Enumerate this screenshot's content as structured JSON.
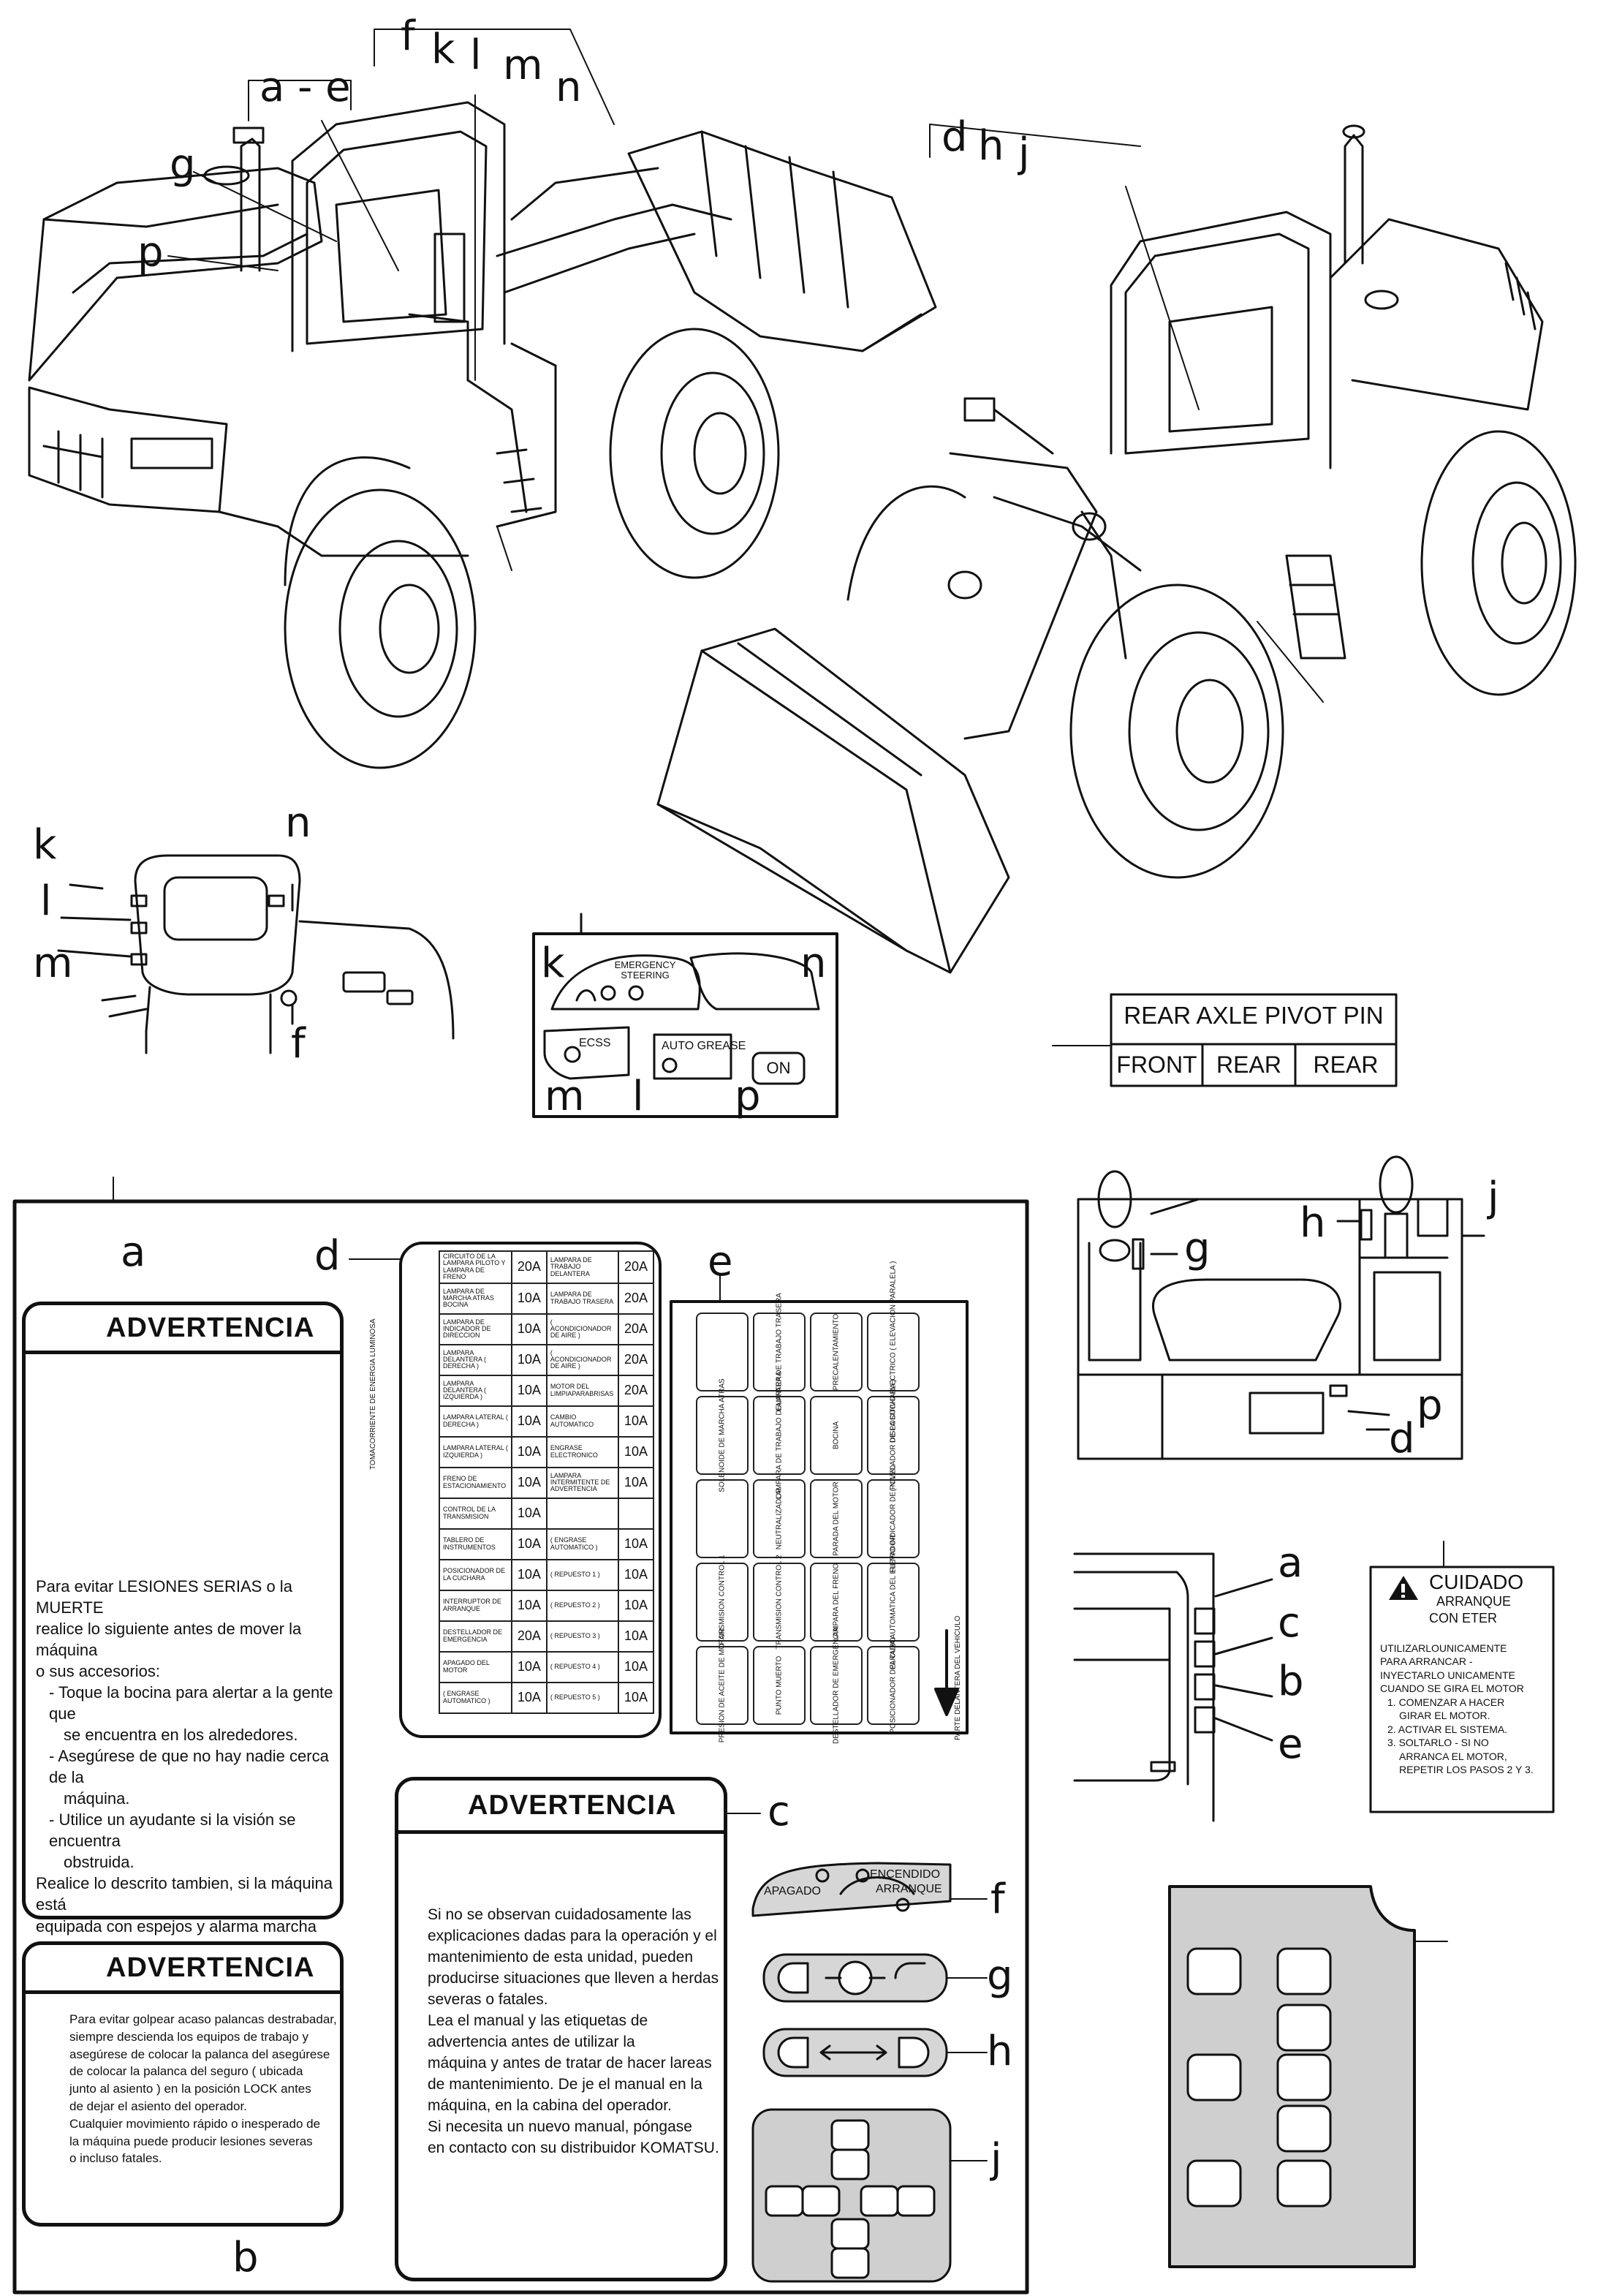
{
  "callouts": {
    "a_e": "a - e",
    "f": "f",
    "k": "k",
    "l": "l",
    "m": "m",
    "n": "n",
    "g": "g",
    "p": "p",
    "d": "d",
    "h": "h",
    "j": "j",
    "a": "a",
    "b": "b",
    "c": "c",
    "e": "e"
  },
  "panel_inset": {
    "emergency_steering": "EMERGENCY STEERING",
    "ecss": "ECSS",
    "auto_grease": "AUTO GREASE",
    "on": "ON"
  },
  "axle_plate": {
    "title": "REAR AXLE PIVOT PIN",
    "cells": [
      "FRONT",
      "REAR",
      "REAR"
    ]
  },
  "label_a": {
    "title": "ADVERTENCIA",
    "lines": [
      "Para evitar LESIONES SERIAS o la MUERTE",
      "realice lo siguiente antes de mover la máquina",
      "o sus accesorios:",
      "- Toque la bocina para alertar a la gente que",
      "se encuentra en los alrededores.",
      "- Asegúrese de que no hay nadie cerca de la",
      "máquina.",
      "- Utilice un ayudante si la visión se encuentra",
      "obstruida.",
      "Realice lo descrito tambien, si la máquina está",
      "equipada con espejos y alarma marcha atras."
    ]
  },
  "label_b": {
    "title": "ADVERTENCIA",
    "lines": [
      "Para evitar golpear acaso palancas destrabadar,",
      "siempre descienda los equipos de trabajo y",
      "asegúrese de colocar la palanca del asegúrese",
      "de colocar la palanca del seguro ( ubicada",
      "junto al asiento ) en la posición LOCK antes",
      "de dejar el asiento del operador.",
      "Cualquier movimiento rápido o inesperado de",
      "la máquina puede producir lesiones severas",
      "o incluso fatales."
    ]
  },
  "label_c": {
    "title": "ADVERTENCIA",
    "lines": [
      "Si no se observan cuidadosamente las",
      "explicaciones dadas para la operación y el",
      "mantenimiento de esta unidad, pueden",
      "producirse situaciones que lleven a herdas",
      "severas o fatales.",
      "Lea el manual y las etiquetas de",
      "advertencia antes de utilizar la",
      "máquina y antes de tratar de hacer lareas",
      "de mantenimiento. De je el manual en la",
      "máquina, en la cabina del operador.",
      "Si necesita un nuevo manual, póngase",
      "en contacto con su distribuidor KOMATSU."
    ]
  },
  "label_d": {
    "side_text": "TOMACORRIENTE DE ENERGIA LUMINOSA",
    "rows": [
      [
        "CIRCUITO DE LA LAMPARA PILOTO Y LAMPARA DE FRENO",
        "20A",
        "LAMPARA DE TRABAJO DELANTERA",
        "20A"
      ],
      [
        "LAMPARA DE MARCHA ATRAS BOCINA",
        "10A",
        "LAMPARA DE TRABAJO TRASERA",
        "20A"
      ],
      [
        "LAMPARA DE INDICADOR DE DIRECCION",
        "10A",
        "( ACONDICIONADOR DE AIRE )",
        "20A"
      ],
      [
        "LAMPARA DELANTERA ( DERECHA )",
        "10A",
        "( ACONDICIONADOR DE AIRE )",
        "20A"
      ],
      [
        "LAMPARA DELANTERA ( IZQUIERDA )",
        "10A",
        "MOTOR DEL LIMPIAPARABRISAS",
        "20A"
      ],
      [
        "LAMPARA LATERAL ( DERECHA )",
        "10A",
        "CAMBIO AUTOMATICO",
        "10A"
      ],
      [
        "LAMPARA LATERAL ( IZQUIERDA )",
        "10A",
        "ENGRASE ELECTRONICO",
        "10A"
      ],
      [
        "FRENO DE ESTACIONAMIENTO",
        "10A",
        "LAMPARA INTERMITENTE DE ADVERTENCIA",
        "10A"
      ],
      [
        "CONTROL DE LA TRANSMISION",
        "10A",
        "",
        ""
      ],
      [
        "TABLERO DE INSTRUMENTOS",
        "10A",
        "( ENGRASE AUTOMATICO )",
        "10A"
      ],
      [
        "POSICIONADOR DE LA CUCHARA",
        "10A",
        "( REPUESTO 1 )",
        "10A"
      ],
      [
        "INTERRUPTOR DE ARRANQUE",
        "10A",
        "( REPUESTO 2 )",
        "10A"
      ],
      [
        "DESTELLADOR DE EMERGENCIA",
        "20A",
        "( REPUESTO 3 )",
        "10A"
      ],
      [
        "APAGADO DEL MOTOR",
        "10A",
        "( REPUESTO 4 )",
        "10A"
      ],
      [
        "( ENGRASE AUTOMATICO )",
        "10A",
        "( REPUESTO 5 )",
        "10A"
      ]
    ]
  },
  "label_e": {
    "cells": [
      "",
      "LAMPARA DE TRABAJO TRASERA",
      "PRECALENTAMIENTO",
      "DISPOSITIVO ELECTRICO ( ELEVACION PARALELA )",
      "SOLENOIDE DE MARCHA ATRAS",
      "LAMPARA DE TRABAJO DELANTERA",
      "BOCINA",
      "( NIVELADOR DE LA CUCHARA )",
      "",
      "NEUTRALIZADOR",
      "PARADA DEL MOTOR",
      "FILTRO INDICADOR DE POLVO",
      "TRANSMISION CONTROL 1",
      "TRANSMISION CONTROL 2",
      "LAMPARA DEL FRENO",
      "PARADA AUTOMATICA DEL ELEVADOR",
      "PRESION DE ACEITE DE MOTOR",
      "PUNTO MUERTO",
      "DESTELLADOR DE EMERGENCIA",
      "POSICIONADOR DEL CUBO"
    ],
    "side_text": "PARTE DELANTERA DEL VEHICULO"
  },
  "label_f": {
    "apagado": "APAGADO",
    "encendido": "ENCENDIDO",
    "arranque": "ARRANQUE"
  },
  "label_cuidado": {
    "title": "CUIDADO",
    "sub1": "ARRANQUE",
    "sub2": "CON ETER",
    "lines": [
      "UTILIZARLOUNICAMENTE",
      "PARA ARRANCAR -",
      "INYECTARLO UNICAMENTE",
      "CUANDO SE GIRA EL MOTOR",
      "1. COMENZAR A HACER",
      "GIRAR EL MOTOR.",
      "2. ACTIVAR EL SISTEMA.",
      "3. SOLTARLO - SI NO",
      "ARRANCA EL MOTOR,",
      "REPETIR LOS PASOS 2 Y 3."
    ]
  }
}
